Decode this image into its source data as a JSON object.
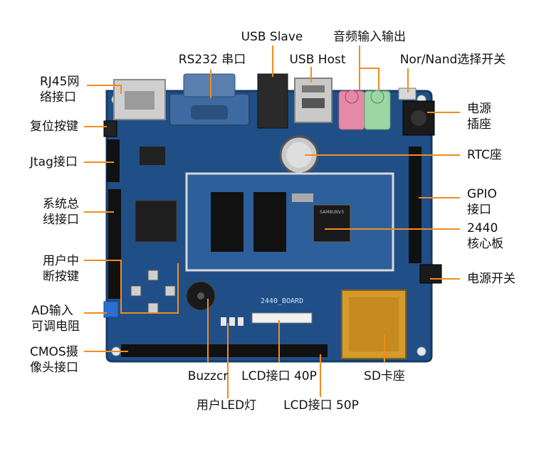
{
  "labels": {
    "usb_slave": "USB Slave",
    "audio": "音频输入输出",
    "rs232": "RS232 串口",
    "usb_host": "USB Host",
    "nor_nand": "Nor/Nand选择开关",
    "rj45_line1": "RJ45网",
    "rj45_line2": "络接口",
    "power_socket_line1": "电源",
    "power_socket_line2": "插座",
    "reset": "复位按键",
    "jtag": "Jtag接口",
    "rtc": "RTC座",
    "bus_line1": "系统总",
    "bus_line2": "线接口",
    "gpio_line1": "GPIO",
    "gpio_line2": "接口",
    "core_line1": "2440",
    "core_line2": "核心板",
    "int_key_line1": "用户中",
    "int_key_line2": "断按键",
    "power_switch": "电源开关",
    "ad_line1": "AD输入",
    "ad_line2": "可调电阻",
    "cmos_line1": "CMOS摄",
    "cmos_line2": "像头接口",
    "buzzer": "Buzzcr",
    "lcd40": "LCD接口 40P",
    "sd": "SD卡座",
    "user_led": "用户LED灯",
    "lcd50": "LCD接口 50P"
  },
  "board": {
    "silk_name": "2440_BOARD",
    "core_chip": "SAM8UNV3",
    "colors": {
      "pcb": "#1f4f86",
      "pcb_edge": "#153a66",
      "leader": "#f28c1c",
      "core": "#2d5f9a",
      "sd": "#d49a2a"
    }
  }
}
